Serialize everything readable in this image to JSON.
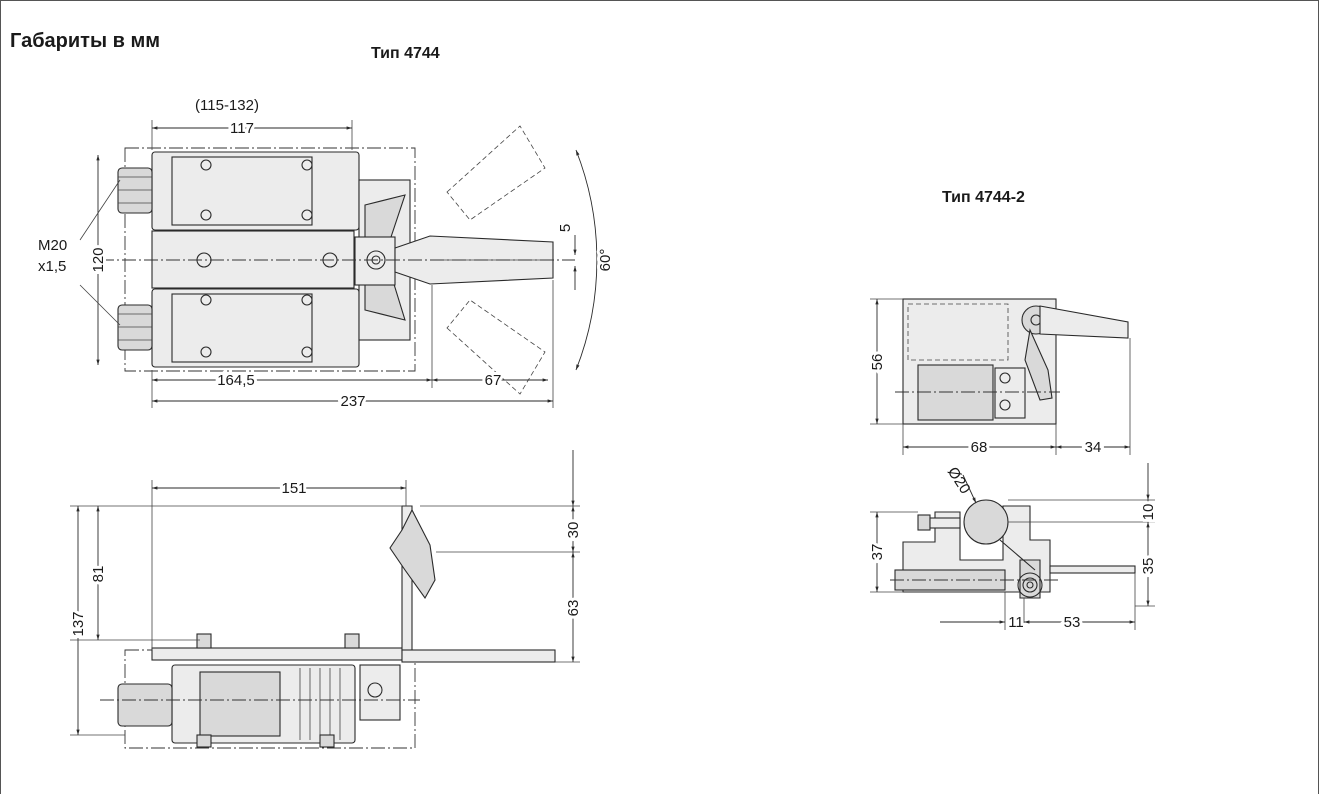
{
  "title": "Габариты в мм",
  "type_4744": "Тип 4744",
  "type_4744_2": "Тип 4744-2",
  "dims_top_view": {
    "range": "(115-132)",
    "d117": "117",
    "d120": "120",
    "thread_line1": "M20",
    "thread_line2": "x1,5",
    "d5": "5",
    "angle": "60°",
    "d164": "164,5",
    "d67": "67",
    "d237": "237"
  },
  "dims_side_view": {
    "d151": "151",
    "d30": "30",
    "d81": "81",
    "d63": "63",
    "d137": "137"
  },
  "dims_4744_2_top": {
    "d56": "56",
    "d68": "68",
    "d34": "34"
  },
  "dims_4744_2_side": {
    "dia20": "Ø20",
    "d10": "10",
    "d37": "37",
    "d35": "35",
    "d11": "11",
    "d53": "53"
  }
}
